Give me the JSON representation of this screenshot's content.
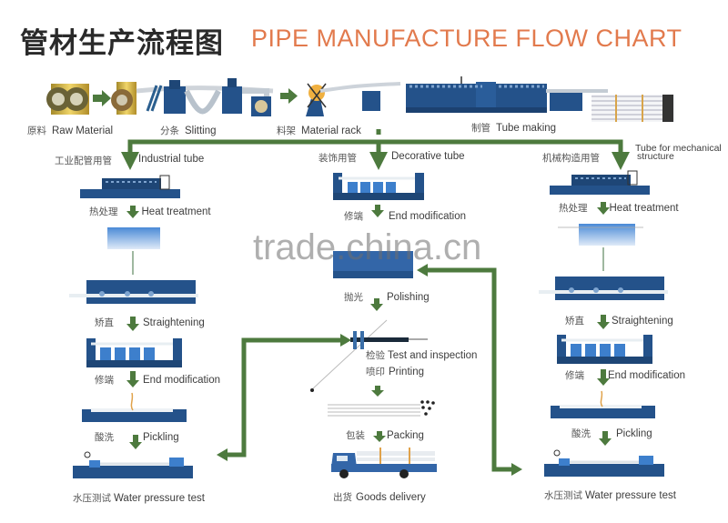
{
  "title": {
    "chinese": "管材生产流程图",
    "english": "PIPE MANUFACTURE FLOW CHART"
  },
  "colors": {
    "title_accent": "#e27a4d",
    "arrow_green": "#4d7a3e",
    "machine_blue": "#24528a",
    "machine_light_blue": "#3d7fcc"
  },
  "top_row": [
    {
      "cn": "原料",
      "en": "Raw Material"
    },
    {
      "cn": "分条",
      "en": "Slitting"
    },
    {
      "cn": "料架",
      "en": "Material rack"
    },
    {
      "cn": "制管",
      "en": "Tube making"
    }
  ],
  "branches": {
    "left": {
      "cn": "工业配管用管",
      "en": "Industrial tube"
    },
    "center": {
      "cn": "装饰用管",
      "en": "Decorative tube"
    },
    "right": {
      "cn": "机械构造用管",
      "en": "Tube for mechanical structure",
      "en_line1": "Tube for mechanical",
      "en_line2": "structure"
    }
  },
  "left_steps": [
    {
      "cn": "热处理",
      "en": "Heat treatment"
    },
    {
      "cn": "矫直",
      "en": "Straightening"
    },
    {
      "cn": "修端",
      "en": "End modification"
    },
    {
      "cn": "酸洗",
      "en": "Pickling"
    },
    {
      "cn": "水压测试",
      "en": "Water pressure test"
    }
  ],
  "center_steps": [
    {
      "cn": "修端",
      "en": "End modification"
    },
    {
      "cn": "抛光",
      "en": "Polishing"
    },
    {
      "cn": "检验",
      "en": "Test and inspection"
    },
    {
      "cn": "喷印",
      "en": "Printing"
    },
    {
      "cn": "包装",
      "en": "Packing"
    },
    {
      "cn": "出货",
      "en": "Goods delivery"
    }
  ],
  "right_steps": [
    {
      "cn": "热处理",
      "en": "Heat treatment"
    },
    {
      "cn": "矫直",
      "en": "Straightening"
    },
    {
      "cn": "修端",
      "en": "End modification"
    },
    {
      "cn": "酸洗",
      "en": "Pickling"
    },
    {
      "cn": "水压测试",
      "en": "Water pressure test"
    }
  ],
  "watermark": "trade.china.cn"
}
